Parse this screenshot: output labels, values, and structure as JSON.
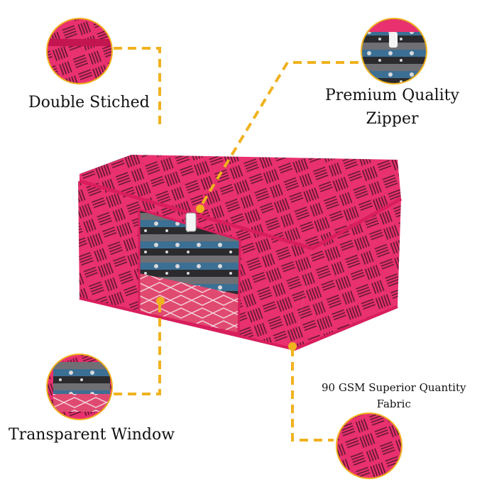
{
  "labels": {
    "double_stitched": "Double Stiched",
    "zipper_line1": "Premium Quality",
    "zipper_line2": "Zipper",
    "window": "Transparent Window",
    "fabric_line1": "90 GSM Superior Quantity",
    "fabric_line2": "Fabric"
  },
  "colors": {
    "fabric": "#e8316e",
    "pattern": "#5a1630",
    "accent": "#f0b21e",
    "edge": "#d81e5c"
  }
}
